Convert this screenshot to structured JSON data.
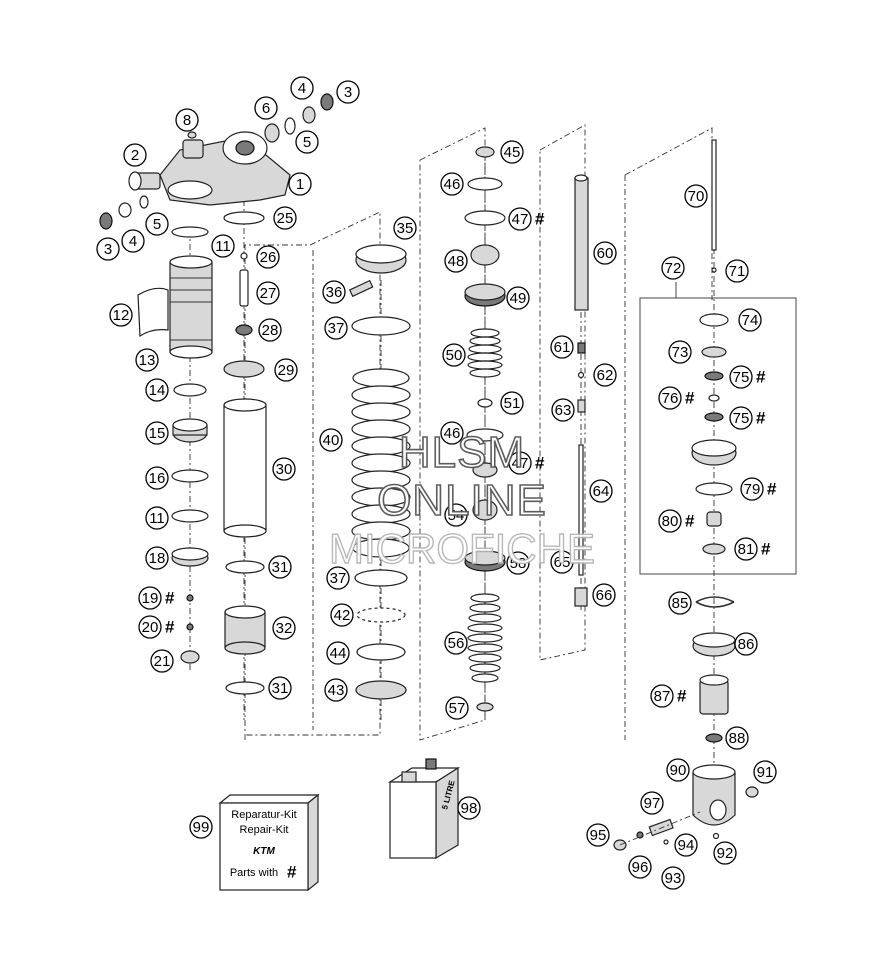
{
  "watermark": {
    "line1": "HLSM",
    "line2": "ONLINE",
    "line3": "MICROFICHE"
  },
  "repair_kit_box": {
    "line1": "Reparatur-Kit",
    "line2": "Repair-Kit",
    "brand": "KTM",
    "line3": "Parts with",
    "hash": "#"
  },
  "oil_can": {
    "label": "5 LITRE"
  },
  "callouts": [
    {
      "num": "1",
      "hash": false
    },
    {
      "num": "2",
      "hash": false
    },
    {
      "num": "3",
      "hash": false
    },
    {
      "num": "4",
      "hash": false
    },
    {
      "num": "5",
      "hash": false
    },
    {
      "num": "6",
      "hash": false
    },
    {
      "num": "4",
      "hash": false
    },
    {
      "num": "3",
      "hash": false
    },
    {
      "num": "5",
      "hash": false
    },
    {
      "num": "8",
      "hash": false
    },
    {
      "num": "11",
      "hash": false
    },
    {
      "num": "12",
      "hash": false
    },
    {
      "num": "13",
      "hash": false
    },
    {
      "num": "14",
      "hash": false
    },
    {
      "num": "15",
      "hash": false
    },
    {
      "num": "16",
      "hash": false
    },
    {
      "num": "11",
      "hash": false
    },
    {
      "num": "18",
      "hash": false
    },
    {
      "num": "19",
      "hash": true
    },
    {
      "num": "20",
      "hash": true
    },
    {
      "num": "21",
      "hash": false
    },
    {
      "num": "25",
      "hash": false
    },
    {
      "num": "26",
      "hash": false
    },
    {
      "num": "27",
      "hash": false
    },
    {
      "num": "28",
      "hash": false
    },
    {
      "num": "29",
      "hash": false
    },
    {
      "num": "30",
      "hash": false
    },
    {
      "num": "31",
      "hash": false
    },
    {
      "num": "32",
      "hash": false
    },
    {
      "num": "31",
      "hash": false
    },
    {
      "num": "35",
      "hash": false
    },
    {
      "num": "36",
      "hash": false
    },
    {
      "num": "37",
      "hash": false
    },
    {
      "num": "40",
      "hash": false
    },
    {
      "num": "37",
      "hash": false
    },
    {
      "num": "42",
      "hash": false
    },
    {
      "num": "44",
      "hash": false
    },
    {
      "num": "43",
      "hash": false
    },
    {
      "num": "45",
      "hash": false
    },
    {
      "num": "46",
      "hash": false
    },
    {
      "num": "47",
      "hash": true
    },
    {
      "num": "48",
      "hash": false
    },
    {
      "num": "49",
      "hash": false
    },
    {
      "num": "50",
      "hash": false
    },
    {
      "num": "51",
      "hash": false
    },
    {
      "num": "46",
      "hash": false
    },
    {
      "num": "47",
      "hash": true
    },
    {
      "num": "54",
      "hash": false
    },
    {
      "num": "58",
      "hash": false
    },
    {
      "num": "56",
      "hash": false
    },
    {
      "num": "57",
      "hash": false
    },
    {
      "num": "60",
      "hash": false
    },
    {
      "num": "61",
      "hash": false
    },
    {
      "num": "62",
      "hash": false
    },
    {
      "num": "63",
      "hash": false
    },
    {
      "num": "64",
      "hash": false
    },
    {
      "num": "65",
      "hash": false
    },
    {
      "num": "66",
      "hash": false
    },
    {
      "num": "70",
      "hash": false
    },
    {
      "num": "71",
      "hash": false
    },
    {
      "num": "72",
      "hash": false
    },
    {
      "num": "74",
      "hash": false
    },
    {
      "num": "73",
      "hash": false
    },
    {
      "num": "75",
      "hash": true
    },
    {
      "num": "76",
      "hash": true
    },
    {
      "num": "75",
      "hash": true
    },
    {
      "num": "79",
      "hash": true
    },
    {
      "num": "80",
      "hash": true
    },
    {
      "num": "81",
      "hash": true
    },
    {
      "num": "85",
      "hash": false
    },
    {
      "num": "86",
      "hash": false
    },
    {
      "num": "87",
      "hash": true
    },
    {
      "num": "88",
      "hash": false
    },
    {
      "num": "90",
      "hash": false
    },
    {
      "num": "91",
      "hash": false
    },
    {
      "num": "97",
      "hash": false
    },
    {
      "num": "95",
      "hash": false
    },
    {
      "num": "94",
      "hash": false
    },
    {
      "num": "92",
      "hash": false
    },
    {
      "num": "96",
      "hash": false
    },
    {
      "num": "93",
      "hash": false
    },
    {
      "num": "98",
      "hash": false
    },
    {
      "num": "99",
      "hash": false
    }
  ]
}
